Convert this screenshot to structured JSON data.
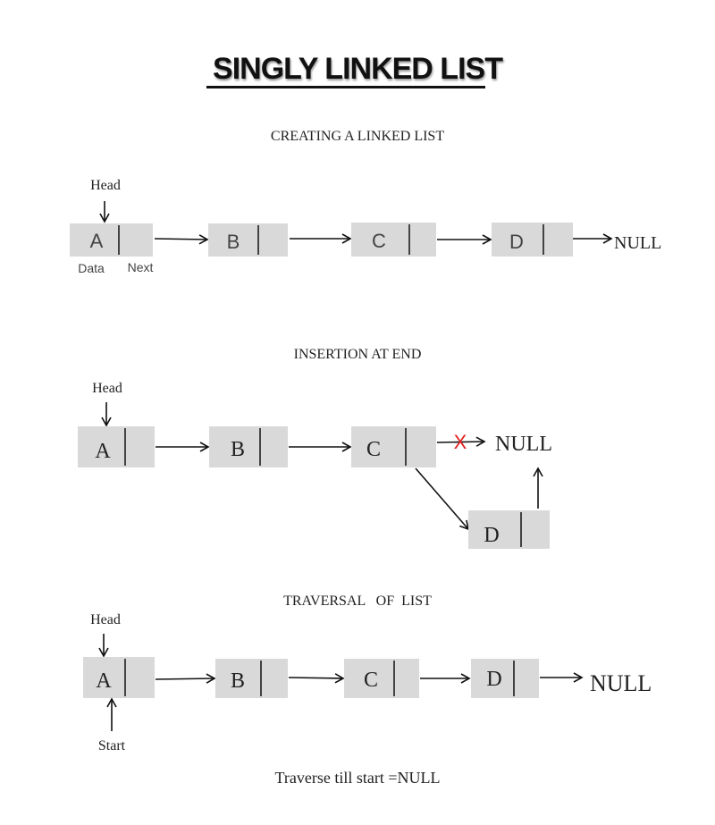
{
  "title": "SINGLY LINKED LIST",
  "sections": [
    {
      "heading": "CREATING A LINKED LIST",
      "head_label": "Head",
      "nodes": [
        "A",
        "B",
        "C",
        "D"
      ],
      "data_label": "Data",
      "next_label": "Next",
      "terminal": "NULL"
    },
    {
      "heading": "INSERTION AT END",
      "head_label": "Head",
      "nodes": [
        "A",
        "B",
        "C",
        "D"
      ],
      "removed_marker": "X",
      "terminal": "NULL"
    },
    {
      "heading": "TRAVERSAL   OF  LIST",
      "head_label": "Head",
      "start_label": "Start",
      "nodes": [
        "A",
        "B",
        "C",
        "D"
      ],
      "terminal": "NULL"
    }
  ],
  "footer": "Traverse till start =NULL",
  "colors": {
    "node_fill": "#d9d9d9",
    "removed_marker": "#e02020",
    "ink": "#111111"
  }
}
